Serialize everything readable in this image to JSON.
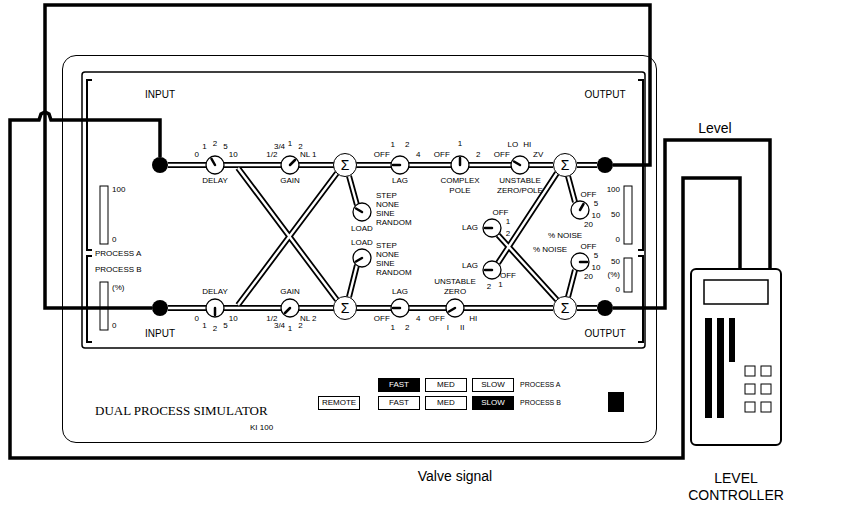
{
  "diagram": {
    "nodes": [
      {
        "text": [
          "DUAL PROCESS SIMULATOR",
          "KI 100"
        ]
      },
      {
        "text": [
          "INPUT"
        ],
        "in": 0
      },
      {
        "text": [
          "Σ"
        ],
        "in": 0
      },
      {
        "text": [
          "Σ"
        ],
        "in": 0
      },
      {
        "text": [
          "OUTPUT"
        ],
        "in": 0
      },
      {
        "text": [
          "INPUT"
        ],
        "in": 0
      },
      {
        "text": [
          "Σ"
        ],
        "in": 0
      },
      {
        "text": [
          "Σ"
        ],
        "in": 0
      },
      {
        "text": [
          "OUTPUT"
        ],
        "in": 0
      },
      {
        "text": [
          "FAST"
        ],
        "in": 0
      },
      {
        "text": [
          "MED"
        ],
        "in": 0
      },
      {
        "text": [
          "SLOW"
        ],
        "in": 0
      },
      {
        "text": [
          "REMOTE"
        ],
        "in": 0
      },
      {
        "text": [
          "FAST"
        ],
        "in": 0
      },
      {
        "text": [
          "MED"
        ],
        "in": 0
      },
      {
        "text": [
          "SLOW"
        ],
        "in": 0
      },
      {
        "text": [
          "LEVEL CONTROLLER"
        ]
      }
    ],
    "edges": [
      {
        "from": 4,
        "to": 5,
        "arrow": "none"
      },
      {
        "from": 8,
        "to": 16,
        "label": "Level",
        "arrow": "none"
      },
      {
        "from": 16,
        "to": 1,
        "label": "Valve signal",
        "arrow": "none"
      },
      {
        "from": 3,
        "to": 4,
        "arrow": "none"
      },
      {
        "from": 7,
        "to": 8,
        "arrow": "none"
      }
    ],
    "labels": [
      "100",
      "0",
      "PROCESS A",
      "PROCESS B",
      "(%)",
      "0",
      "0",
      "1",
      "2",
      "5",
      "10",
      "DELAY",
      "1/2",
      "3/4",
      "1",
      "2",
      "NL 1",
      "GAIN",
      "LOAD",
      "STEP",
      "NONE",
      "SINE",
      "RANDOM",
      "OFF",
      "1",
      "2",
      "4",
      "LAG",
      "OFF",
      "1",
      "2",
      "COMPLEX POLE",
      "OFF",
      "LO",
      "HI",
      "ZV",
      "UNSTABLE ZERO/POLE",
      "LAG",
      "OFF",
      "1",
      "2",
      "OFF",
      "5",
      "10",
      "20",
      "% NOISE",
      "100",
      "50",
      "0",
      "LAG",
      "OFF",
      "1",
      "2",
      "LOAD",
      "STEP",
      "NONE",
      "SINE",
      "RANDOM",
      "% NOISE",
      "OFF",
      "5",
      "10",
      "20",
      "50",
      "(%)",
      "0",
      "DELAY",
      "0",
      "1",
      "2",
      "5",
      "10",
      "GAIN",
      "1/2",
      "3/4",
      "1",
      "2",
      "NL 2",
      "LAG",
      "OFF",
      "1",
      "2",
      "4",
      "UNSTABLE ZERO",
      "OFF",
      "I",
      "II",
      "HI",
      "PROCESS A",
      "PROCESS B"
    ]
  }
}
